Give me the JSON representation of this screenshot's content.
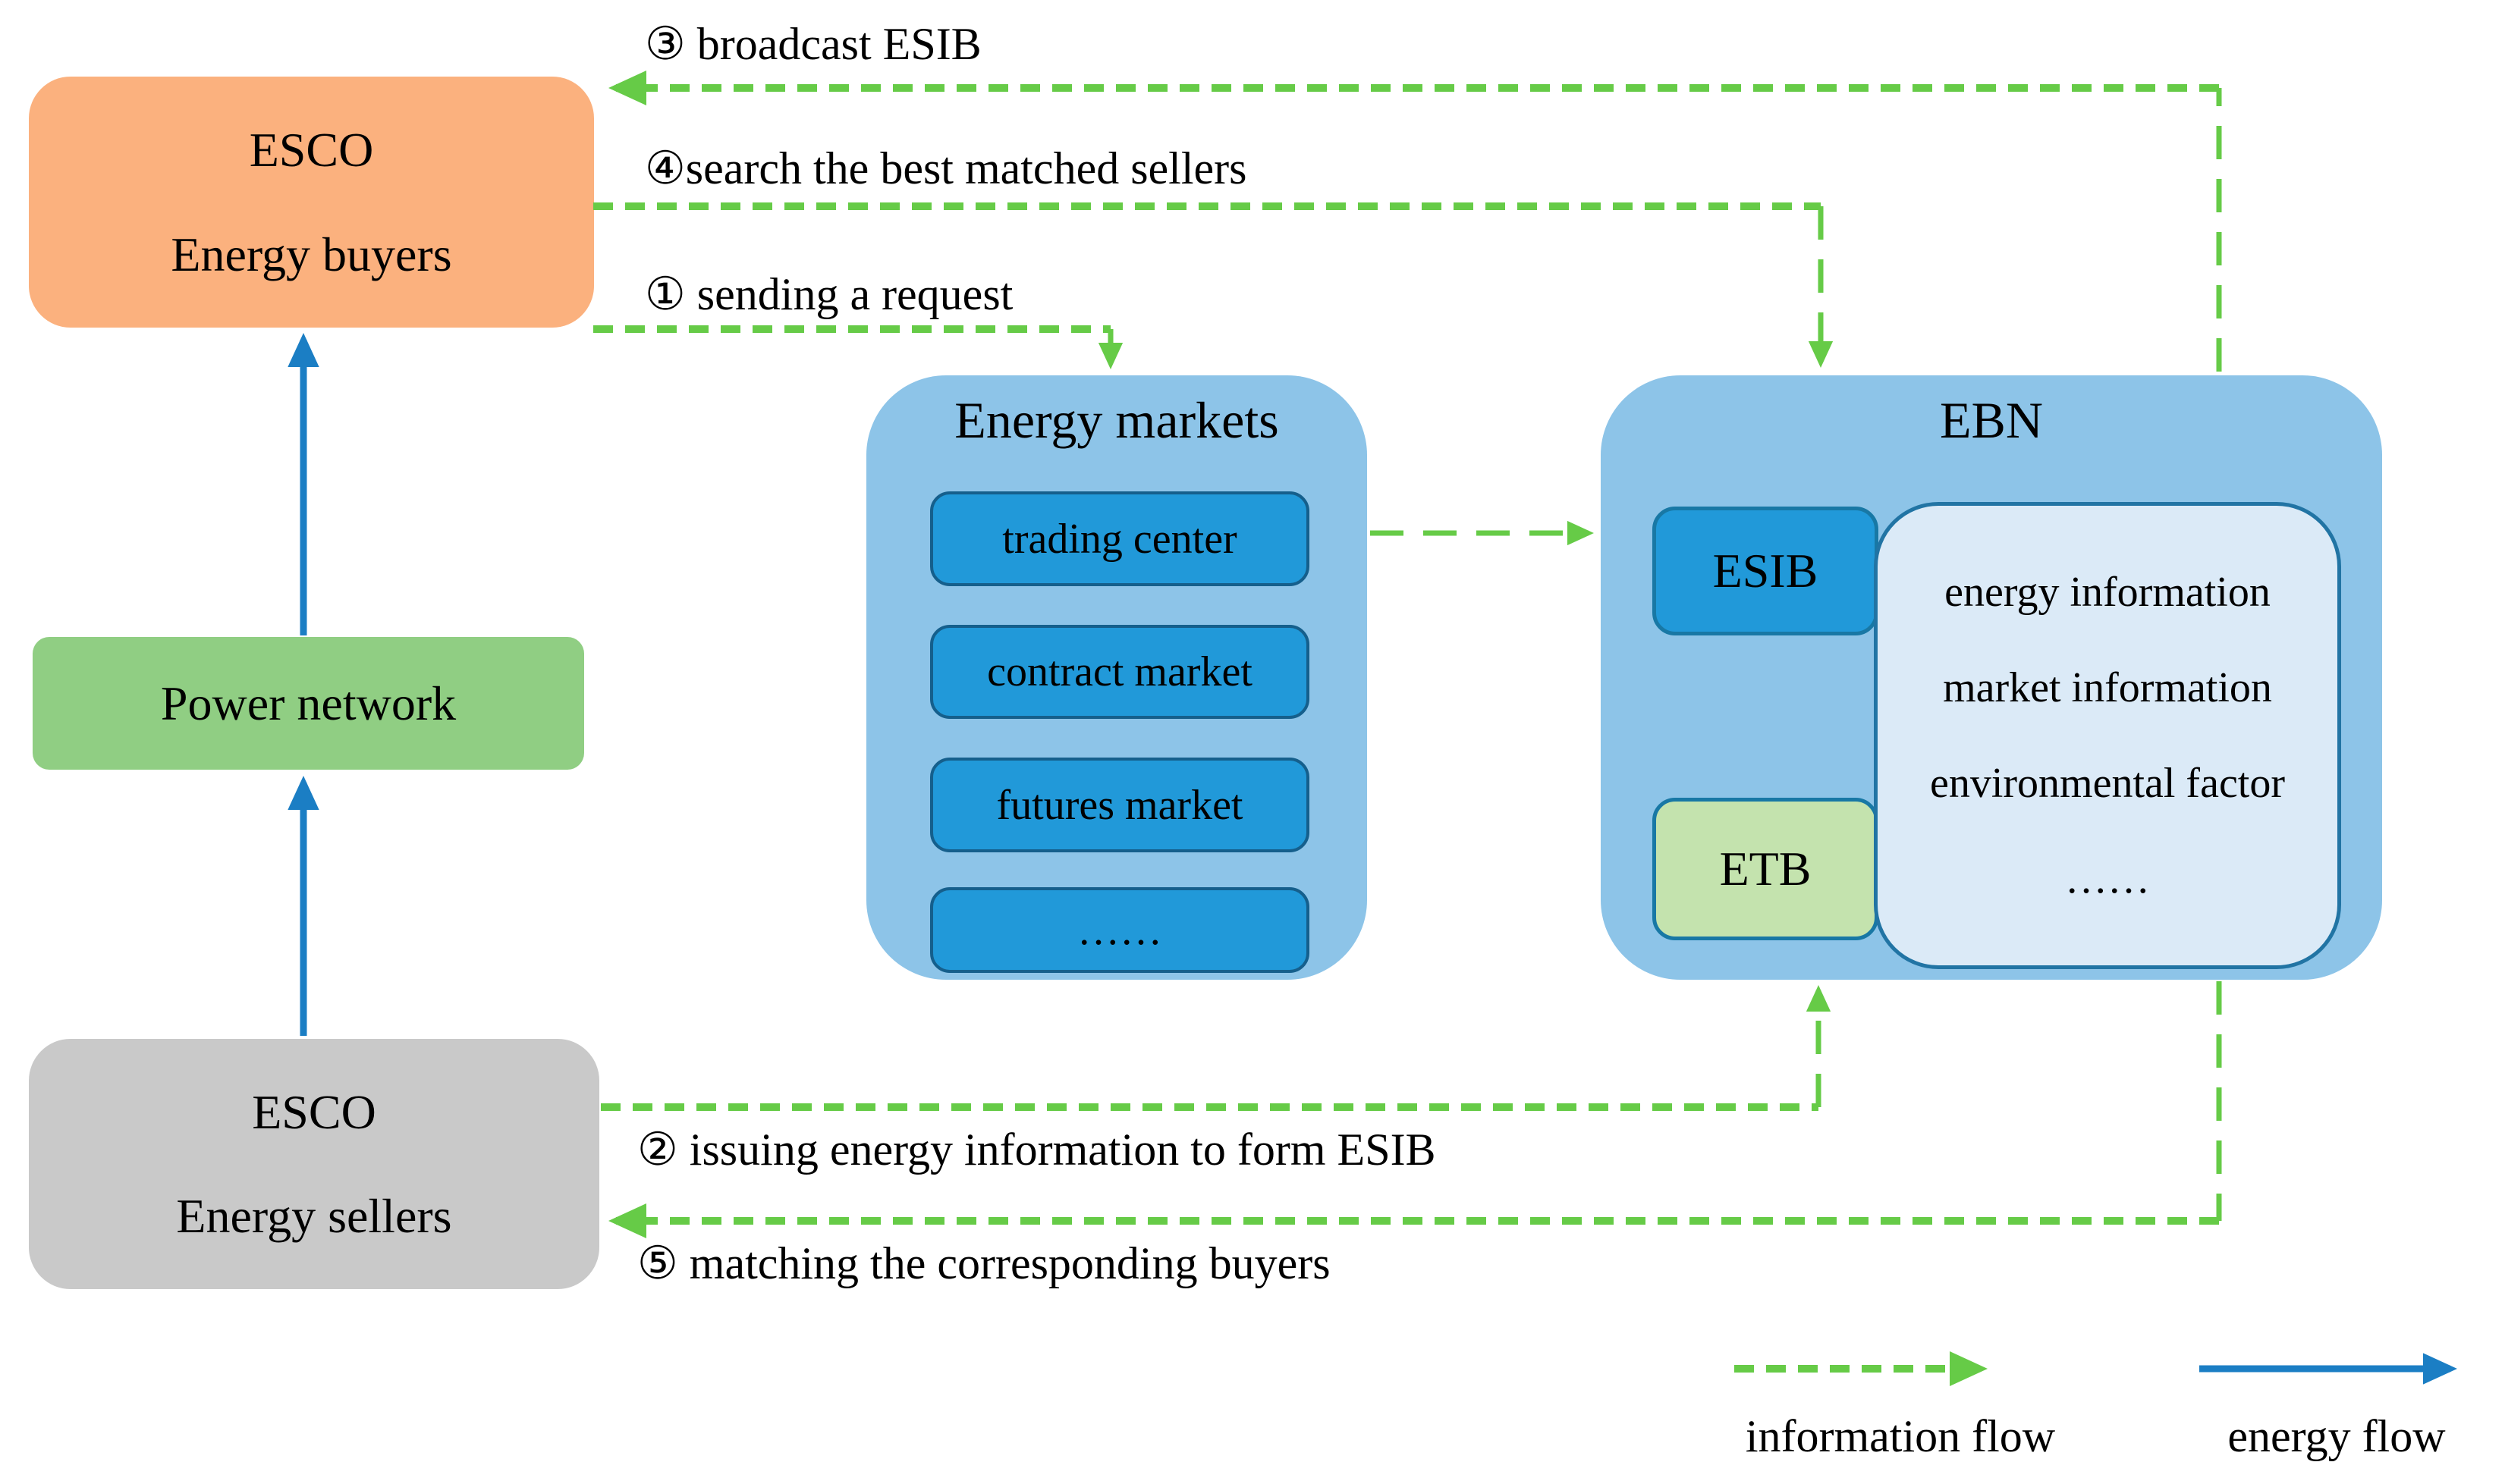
{
  "colors": {
    "background": "#FFFFFF",
    "information_flow": "#66CB47",
    "energy_flow": "#1B7EC4",
    "buyers_box": "#FBB17E",
    "sellers_box": "#C9C9C9",
    "power_network_box": "#90CE83",
    "container_blue": "#8DC4E8",
    "inner_blue": "#2199D9",
    "inner_border_blue": "#1878A5",
    "etb_green": "#C4E3AE",
    "info_panel_blue": "#DBEAF7",
    "text": "#000000"
  },
  "nodes": {
    "buyers": {
      "line1": "ESCO",
      "line2": "Energy buyers"
    },
    "power_network": {
      "label": "Power network"
    },
    "sellers": {
      "line1": "ESCO",
      "line2": "Energy sellers"
    },
    "energy_markets": {
      "title": "Energy markets",
      "items": [
        {
          "label": "trading center"
        },
        {
          "label": "contract market"
        },
        {
          "label": "futures market"
        },
        {
          "label": "……"
        }
      ]
    },
    "ebn": {
      "title": "EBN",
      "esib_label": "ESIB",
      "etb_label": "ETB",
      "info_panel_lines": [
        {
          "text": "energy information"
        },
        {
          "text": "market information"
        },
        {
          "text": "environmental factor"
        },
        {
          "text": "……"
        }
      ]
    }
  },
  "flows": {
    "step1": "① sending a request",
    "step2": "② issuing energy information to form ESIB",
    "step3": "③ broadcast ESIB",
    "step4": "④search the best matched sellers",
    "step5": "⑤ matching the corresponding buyers"
  },
  "legend": {
    "information_flow_label": "information flow",
    "energy_flow_label": "energy flow"
  }
}
